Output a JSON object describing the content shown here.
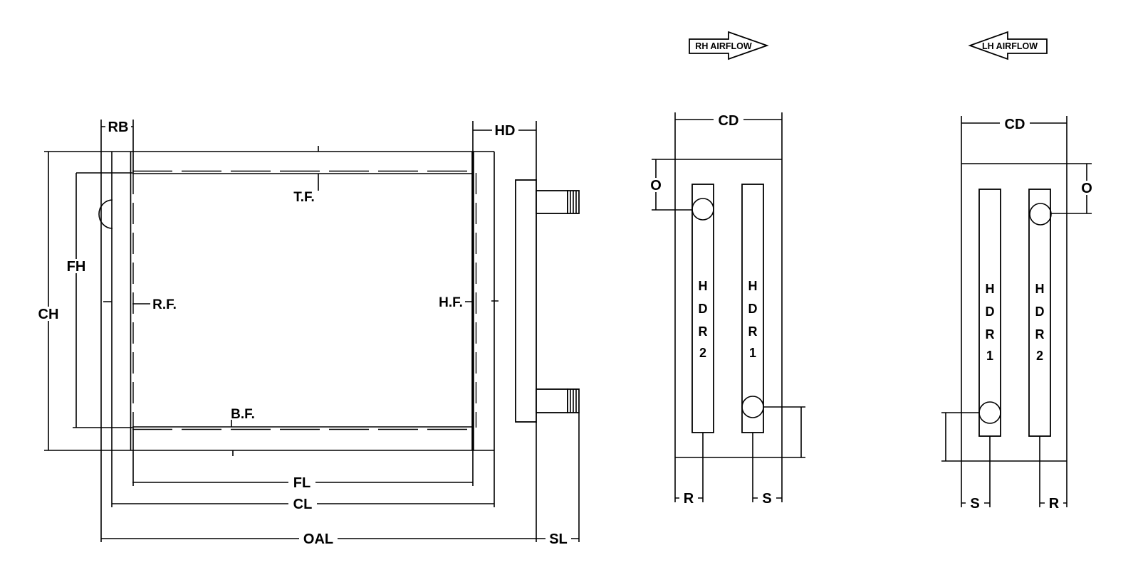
{
  "colors": {
    "line": "#000000",
    "background": "#ffffff"
  },
  "airflow": {
    "rh_label": "RH AIRFLOW",
    "lh_label": "LH AIRFLOW"
  },
  "front_view": {
    "dim_rb": "RB",
    "dim_hd": "HD",
    "dim_fh": "FH",
    "dim_ch": "CH",
    "dim_fl": "FL",
    "dim_cl": "CL",
    "dim_oal": "OAL",
    "dim_sl": "SL",
    "face_top": "T.F.",
    "face_bottom": "B.F.",
    "face_return": "R.F.",
    "face_header": "H.F."
  },
  "rh_section": {
    "dim_cd": "CD",
    "dim_o": "O",
    "dim_r": "R",
    "dim_s": "S",
    "header_left": {
      "l1": "H",
      "l2": "D",
      "l3": "R",
      "l4": "2"
    },
    "header_right": {
      "l1": "H",
      "l2": "D",
      "l3": "R",
      "l4": "1"
    }
  },
  "lh_section": {
    "dim_cd": "CD",
    "dim_o": "O",
    "dim_s": "S",
    "dim_r": "R",
    "header_left": {
      "l1": "H",
      "l2": "D",
      "l3": "R",
      "l4": "1"
    },
    "header_right": {
      "l1": "H",
      "l2": "D",
      "l3": "R",
      "l4": "2"
    }
  }
}
